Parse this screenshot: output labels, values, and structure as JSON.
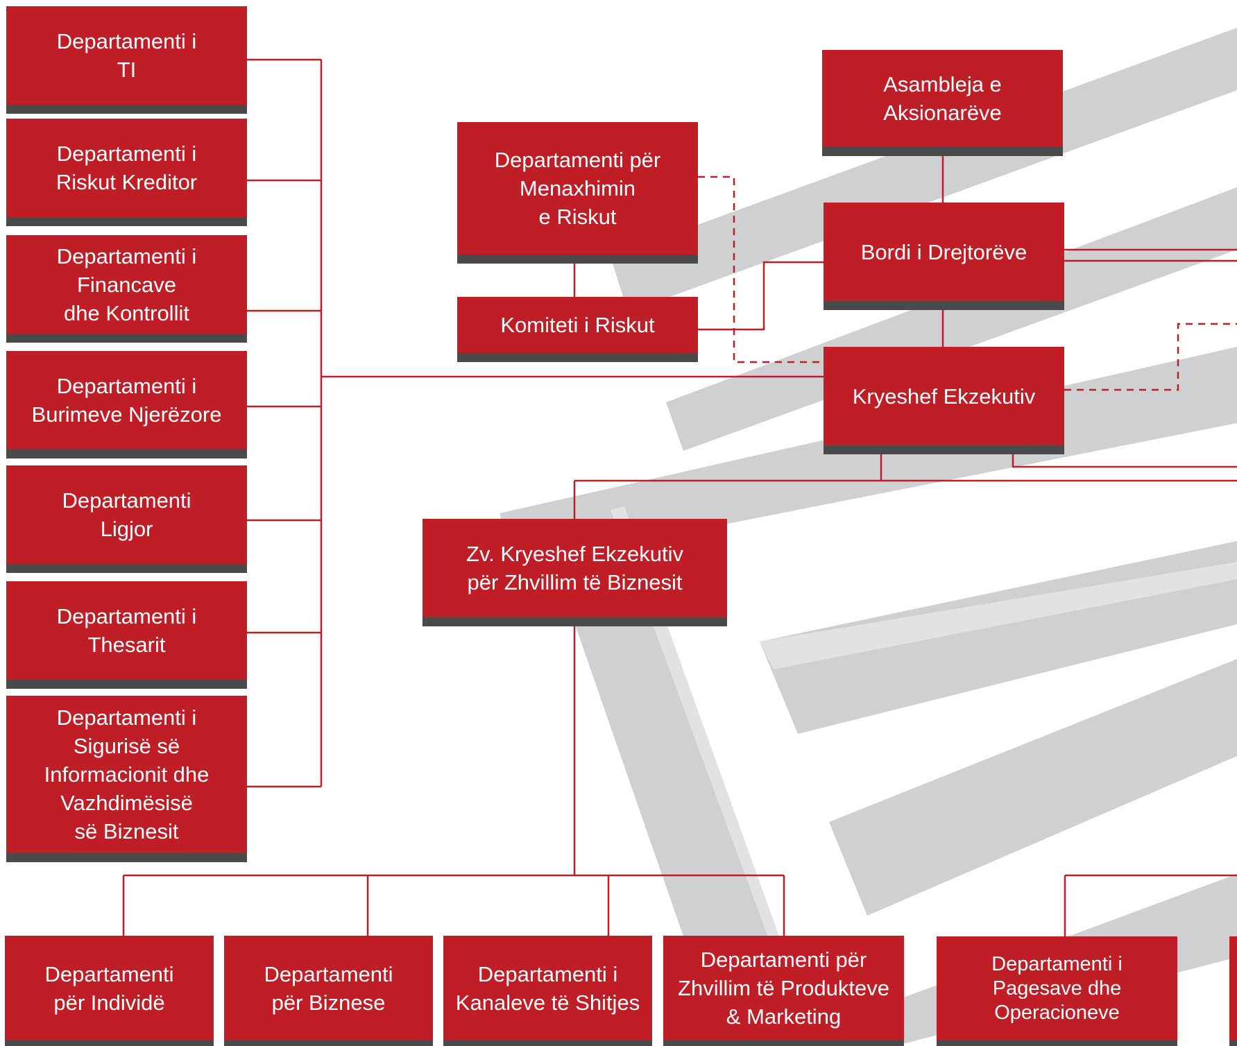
{
  "colors": {
    "box_fill": "#c01e27",
    "box_shadow": "#4a4a4a",
    "connector": "#c01e27",
    "background_stripes": "#d0d1d3"
  },
  "boxes": {
    "dept_ti": "Departamenti i\nTI",
    "dept_credit_risk": "Departamenti i\nRiskut Kreditor",
    "dept_finance": "Departamenti i\nFinancave\ndhe Kontrollit",
    "dept_hr": "Departamenti i\nBurimeve Njerëzore",
    "dept_legal": "Departamenti\nLigjor",
    "dept_treasury": "Departamenti i\nThesarit",
    "dept_infosec": "Departamenti i\nSigurisë së\nInformacionit dhe\nVazhdimësisë\nsë Biznesit",
    "dept_risk_mgmt": "Departamenti për\nMenaxhimin\ne Riskut",
    "risk_committee": "Komiteti i Riskut",
    "shareholders_assembly": "Asambleja e\nAksionarëve",
    "board_of_directors": "Bordi i Drejtorëve",
    "ceo": "Kryeshef Ekzekutiv",
    "deputy_ceo_business": "Zv. Kryeshef Ekzekutiv\npër  Zhvillim të Biznesit",
    "dept_individuals": "Departamenti\npër Individë",
    "dept_business": "Departamenti\npër Biznese",
    "dept_sales_channels": "Departamenti i\nKanaleve të Shitjes",
    "dept_products_marketing": "Departamenti për\nZhvillim të Produkteve\n& Marketing",
    "dept_payments_operations": "Departamenti i\nPagesave dhe\nOperacioneve"
  }
}
